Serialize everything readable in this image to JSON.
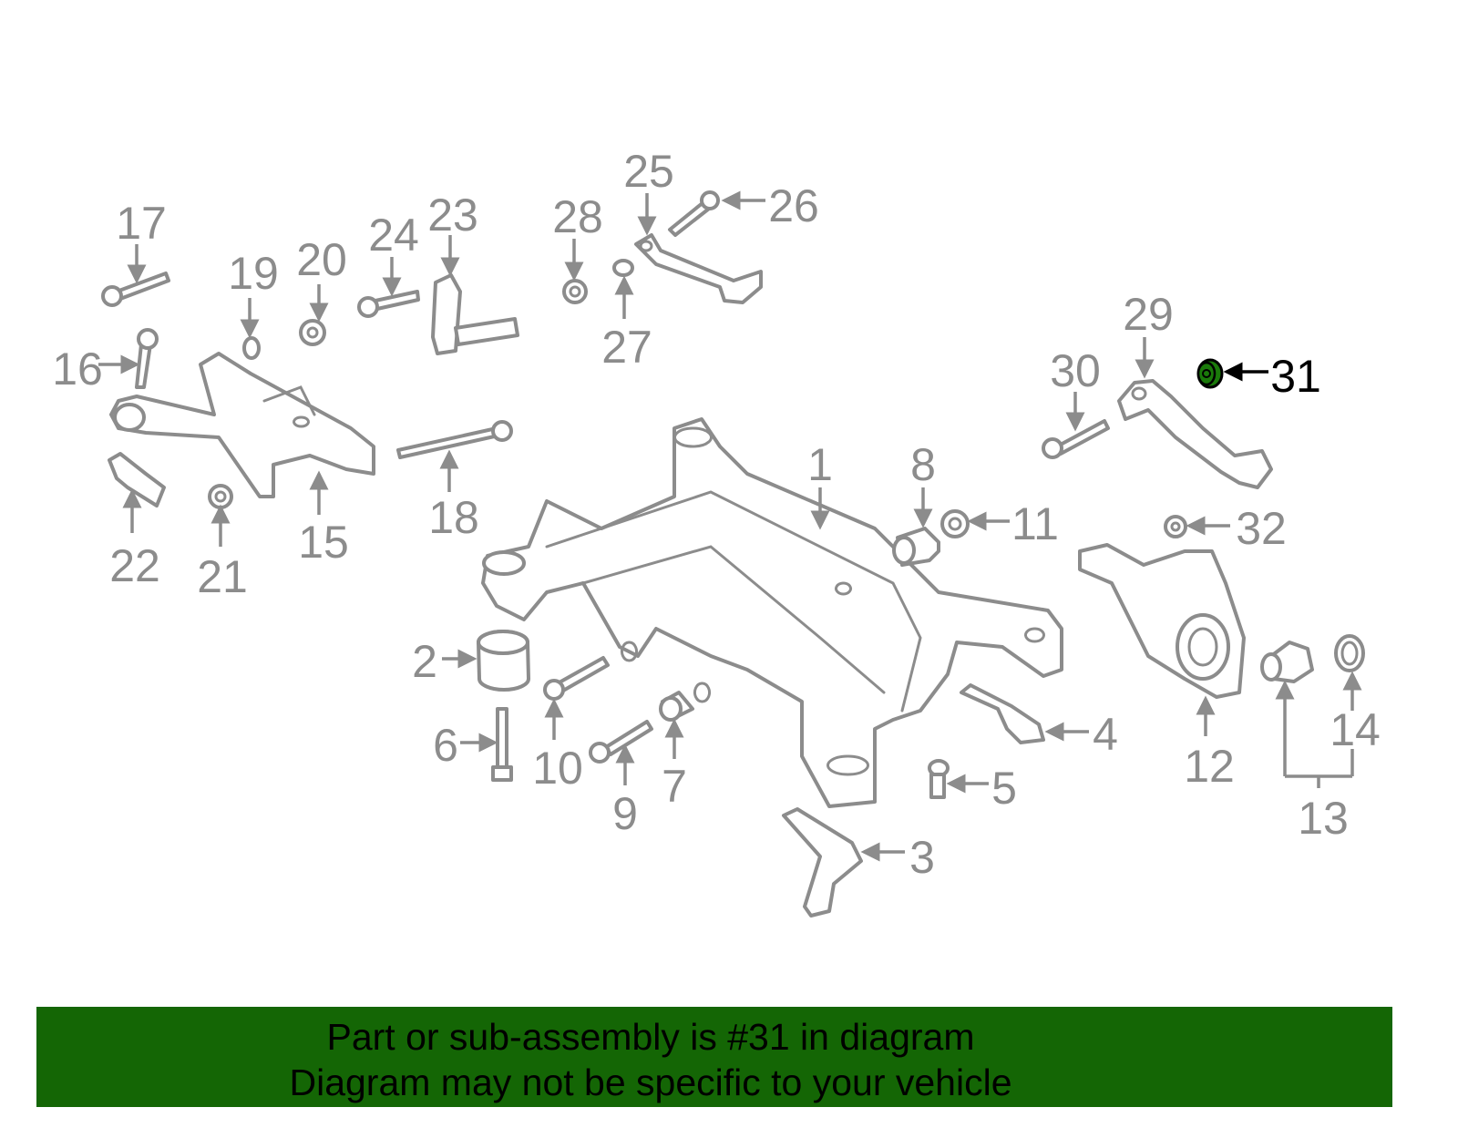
{
  "callouts": {
    "1": "1",
    "2": "2",
    "3": "3",
    "4": "4",
    "5": "5",
    "6": "6",
    "7": "7",
    "8": "8",
    "9": "9",
    "10": "10",
    "11": "11",
    "12": "12",
    "13": "13",
    "14": "14",
    "15": "15",
    "16": "16",
    "17": "17",
    "18": "18",
    "19": "19",
    "20": "20",
    "21": "21",
    "22": "22",
    "23": "23",
    "24": "24",
    "25": "25",
    "26": "26",
    "27": "27",
    "28": "28",
    "29": "29",
    "30": "30",
    "31": "31",
    "32": "32"
  },
  "highlighted_part": "31",
  "colors": {
    "highlight": "#1a7a0a",
    "banner": "#146605",
    "line": "#8c8c8c"
  },
  "banner": {
    "line1": "Part or sub-assembly is #31 in diagram",
    "line2": "Diagram may not be specific to your vehicle"
  }
}
